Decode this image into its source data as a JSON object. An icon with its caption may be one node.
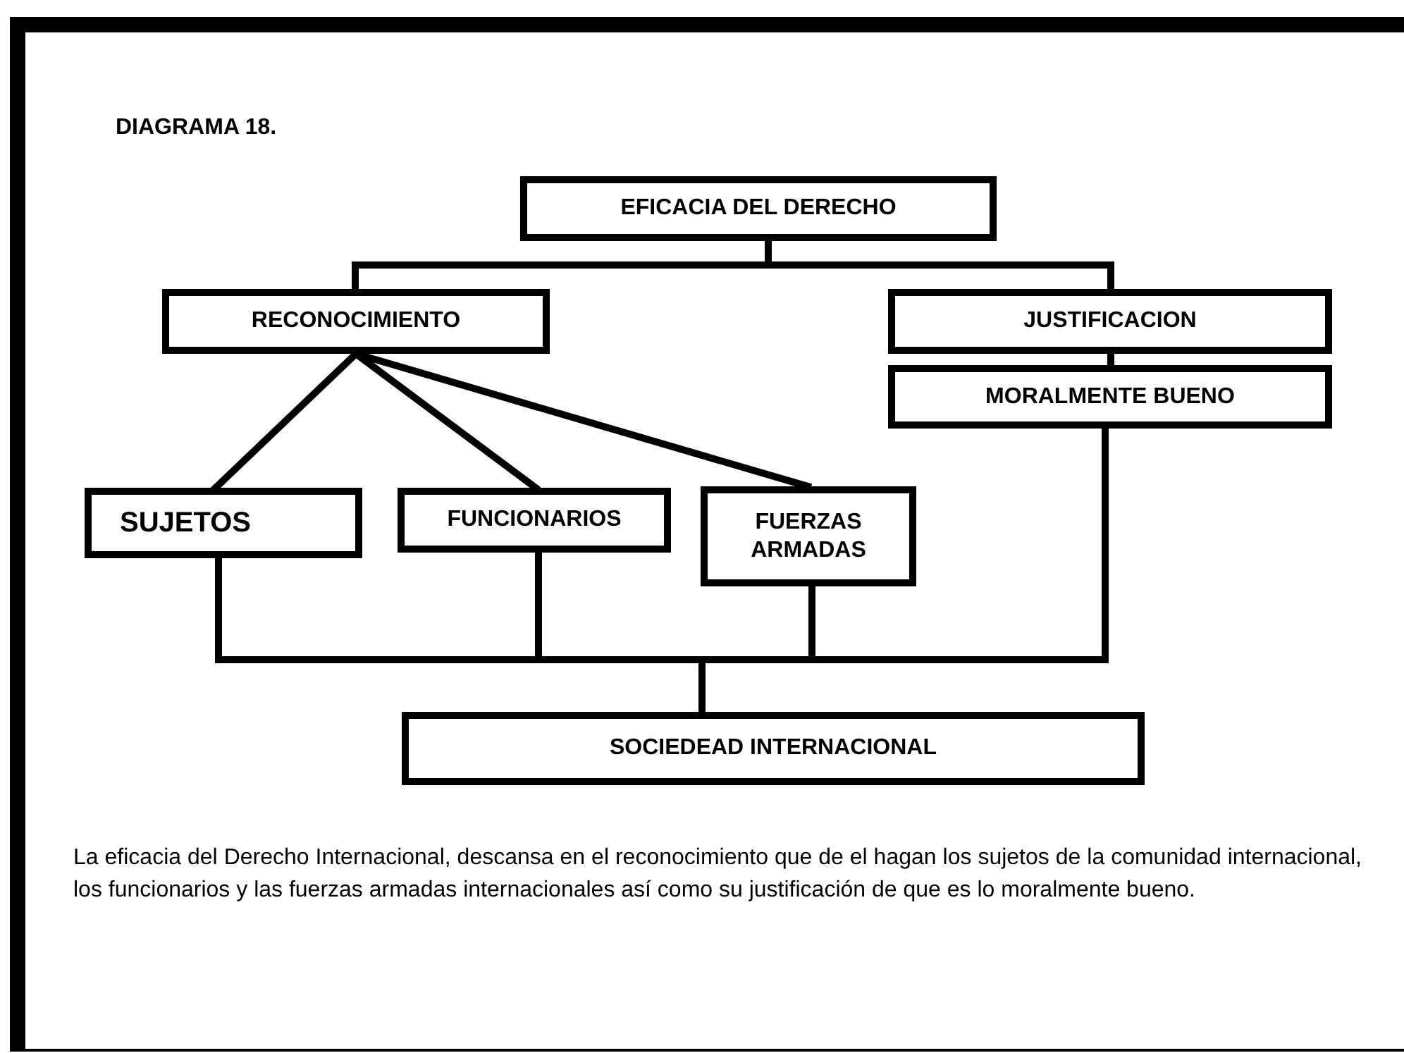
{
  "diagram": {
    "title": "DIAGRAMA 18.",
    "nodes": [
      {
        "text": [
          "EFICACIA DEL DERECHO"
        ]
      },
      {
        "text": [
          "RECONOCIMIENTO"
        ]
      },
      {
        "text": [
          "JUSTIFICACION"
        ]
      },
      {
        "text": [
          "MORALMENTE BUENO"
        ]
      },
      {
        "text": [
          "SUJETOS"
        ]
      },
      {
        "text": [
          "FUNCIONARIOS"
        ]
      },
      {
        "text": [
          "FUERZAS ARMADAS"
        ]
      },
      {
        "text": [
          "SOCIEDEAD INTERNACIONAL"
        ]
      }
    ],
    "edges": [
      {
        "from": 0,
        "to": 1,
        "arrow": "none"
      },
      {
        "from": 0,
        "to": 2,
        "arrow": "none"
      },
      {
        "from": 2,
        "to": 3,
        "arrow": "none"
      },
      {
        "from": 1,
        "to": 4,
        "arrow": "none"
      },
      {
        "from": 1,
        "to": 5,
        "arrow": "none"
      },
      {
        "from": 1,
        "to": 6,
        "arrow": "none"
      },
      {
        "from": 4,
        "to": 7,
        "arrow": "none"
      },
      {
        "from": 5,
        "to": 7,
        "arrow": "none"
      },
      {
        "from": 6,
        "to": 7,
        "arrow": "none"
      },
      {
        "from": 3,
        "to": 7,
        "arrow": "none"
      }
    ],
    "labels": [
      "La eficacia del Derecho Internacional, descansa en el reconocimiento que de el hagan los sujetos de la comunidad internacional, los funcionarios y las fuerzas armadas internacionales así como su justificación de que es lo moralmente bueno."
    ]
  }
}
